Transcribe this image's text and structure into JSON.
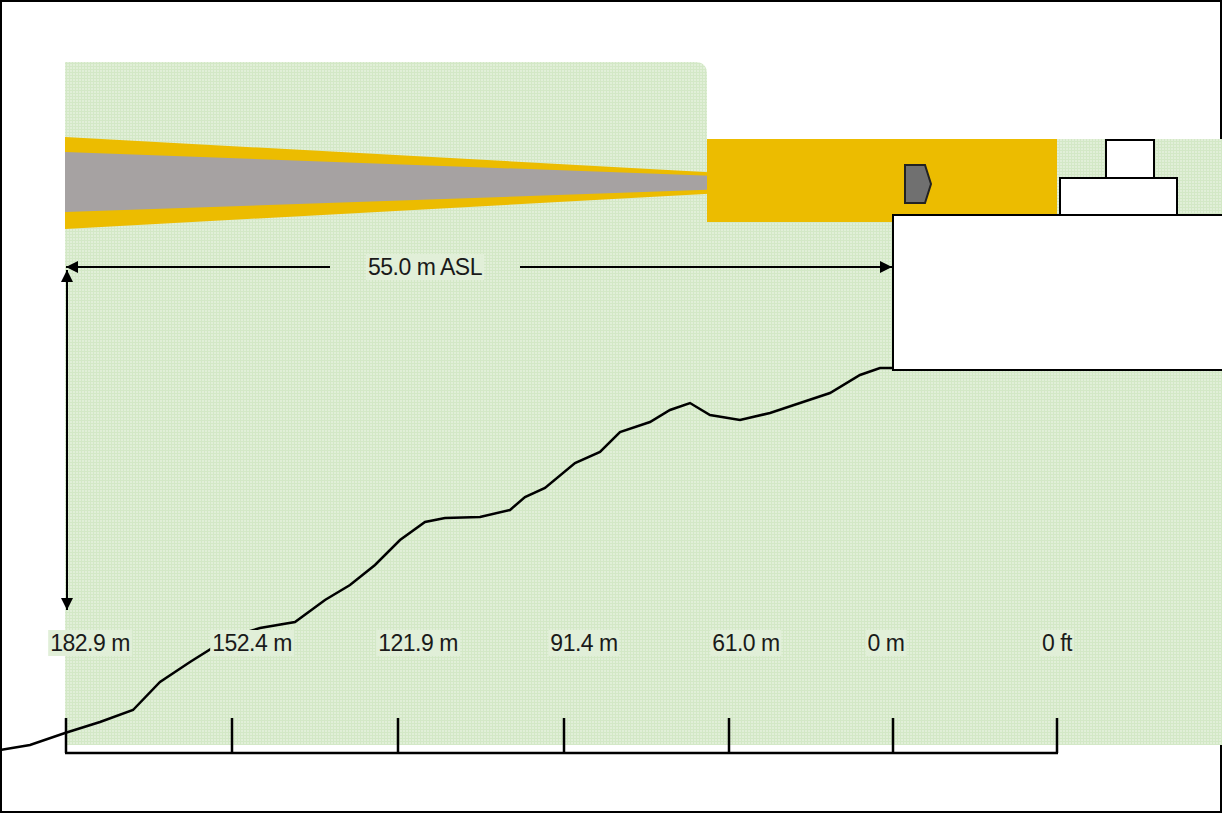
{
  "diagram": {
    "labels": [
      "55.0 m ASL",
      "182.9 m",
      "152.4 m",
      "121.9 m",
      "91.4 m",
      "61.0 m",
      "0 m",
      "0 ft"
    ]
  }
}
